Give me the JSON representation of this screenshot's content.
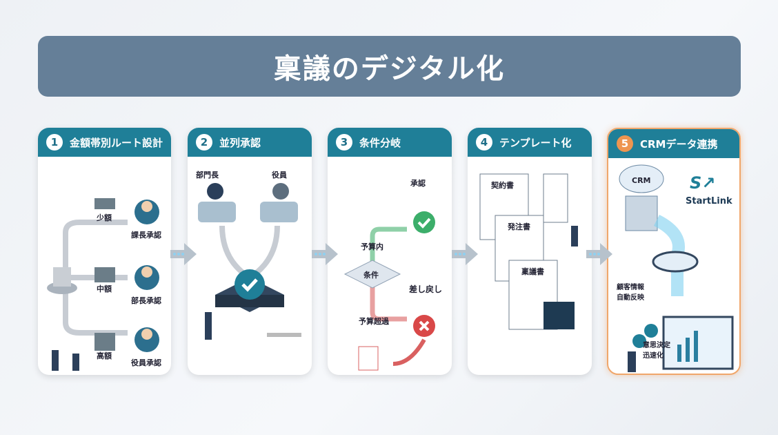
{
  "title": "稟議のデジタル化",
  "steps": [
    {
      "num": "1",
      "title": "金額帯別ルート設計",
      "labels": {
        "small": "少額",
        "small_approver": "課長承認",
        "mid": "中額",
        "mid_approver": "部長承認",
        "high": "高額",
        "high_approver": "役員承認"
      }
    },
    {
      "num": "2",
      "title": "並列承認",
      "labels": {
        "dept_head": "部門長",
        "executive": "役員"
      }
    },
    {
      "num": "3",
      "title": "条件分岐",
      "labels": {
        "approve": "承認",
        "within_budget": "予算内",
        "condition": "条件",
        "send_back": "差し戻し",
        "over_budget": "予算超過"
      }
    },
    {
      "num": "4",
      "title": "テンプレート化",
      "labels": {
        "contract": "契約書",
        "purchase_order": "発注書",
        "ringi": "稟議書"
      }
    },
    {
      "num": "5",
      "title": "CRMデータ連携",
      "labels": {
        "crm": "CRM",
        "brand": "StartLink",
        "customer_info": "顧客情報\n自動反映",
        "decision": "意思決定\n迅速化"
      }
    }
  ],
  "colors": {
    "header": "#1f7f98",
    "title_bar": "#657f98",
    "highlight": "#ee9550"
  }
}
